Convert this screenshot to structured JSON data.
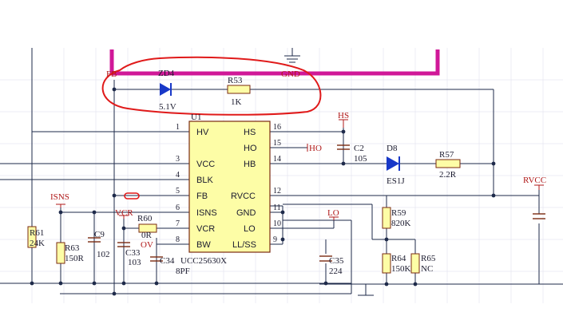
{
  "colors": {
    "wire": "#1e2a4a",
    "ic_fill": "#fdfda6",
    "ic_border": "#7a2a10",
    "power_net": "#d01898",
    "annotation": "#e01a1a",
    "net_label": "#b01818",
    "diode": "#1838c8",
    "grid": "#d8d8e8"
  },
  "ic": {
    "designator": "U1",
    "part": "UCC25630X",
    "pins_left": [
      {
        "num": "1",
        "name": "HV"
      },
      {
        "num": "3",
        "name": "VCC"
      },
      {
        "num": "4",
        "name": "BLK"
      },
      {
        "num": "5",
        "name": "FB"
      },
      {
        "num": "6",
        "name": "ISNS"
      },
      {
        "num": "7",
        "name": "VCR"
      },
      {
        "num": "8",
        "name": "BW"
      }
    ],
    "pins_right": [
      {
        "num": "16",
        "name": "HS"
      },
      {
        "num": "15",
        "name": "HO"
      },
      {
        "num": "14",
        "name": "HB"
      },
      {
        "num": "12",
        "name": "RVCC"
      },
      {
        "num": "11",
        "name": "GND"
      },
      {
        "num": "10",
        "name": "LO"
      },
      {
        "num": "9",
        "name": "LL/SS"
      }
    ]
  },
  "components": {
    "zd4": {
      "ref": "ZD4",
      "value": "5.1V"
    },
    "r53": {
      "ref": "R53",
      "value": "1K"
    },
    "c2": {
      "ref": "C2",
      "value": "105"
    },
    "d8": {
      "ref": "D8",
      "value": "ES1J"
    },
    "r57": {
      "ref": "R57",
      "value": "2.2R"
    },
    "r60": {
      "ref": "R60",
      "value": "0R"
    },
    "r61": {
      "ref": "R61",
      "value": "24K"
    },
    "r63": {
      "ref": "R63",
      "value": "150R"
    },
    "c9": {
      "ref": "C9",
      "value": "102"
    },
    "c33": {
      "ref": "C33",
      "value": "103"
    },
    "c34": {
      "ref": "C34",
      "value": "8PF"
    },
    "c35": {
      "ref": "C35",
      "value": "224"
    },
    "r59": {
      "ref": "R59",
      "value": "820K"
    },
    "r64": {
      "ref": "R64",
      "value": "150K"
    },
    "r65": {
      "ref": "R65",
      "value": "NC"
    }
  },
  "net_labels": {
    "fb": "FB",
    "gnd": "GND",
    "hs": "HS",
    "ho": "HO",
    "isns": "ISNS",
    "vcr": "VCR",
    "ov": "OV",
    "lo": "LO",
    "rvcc": "RVCC"
  }
}
